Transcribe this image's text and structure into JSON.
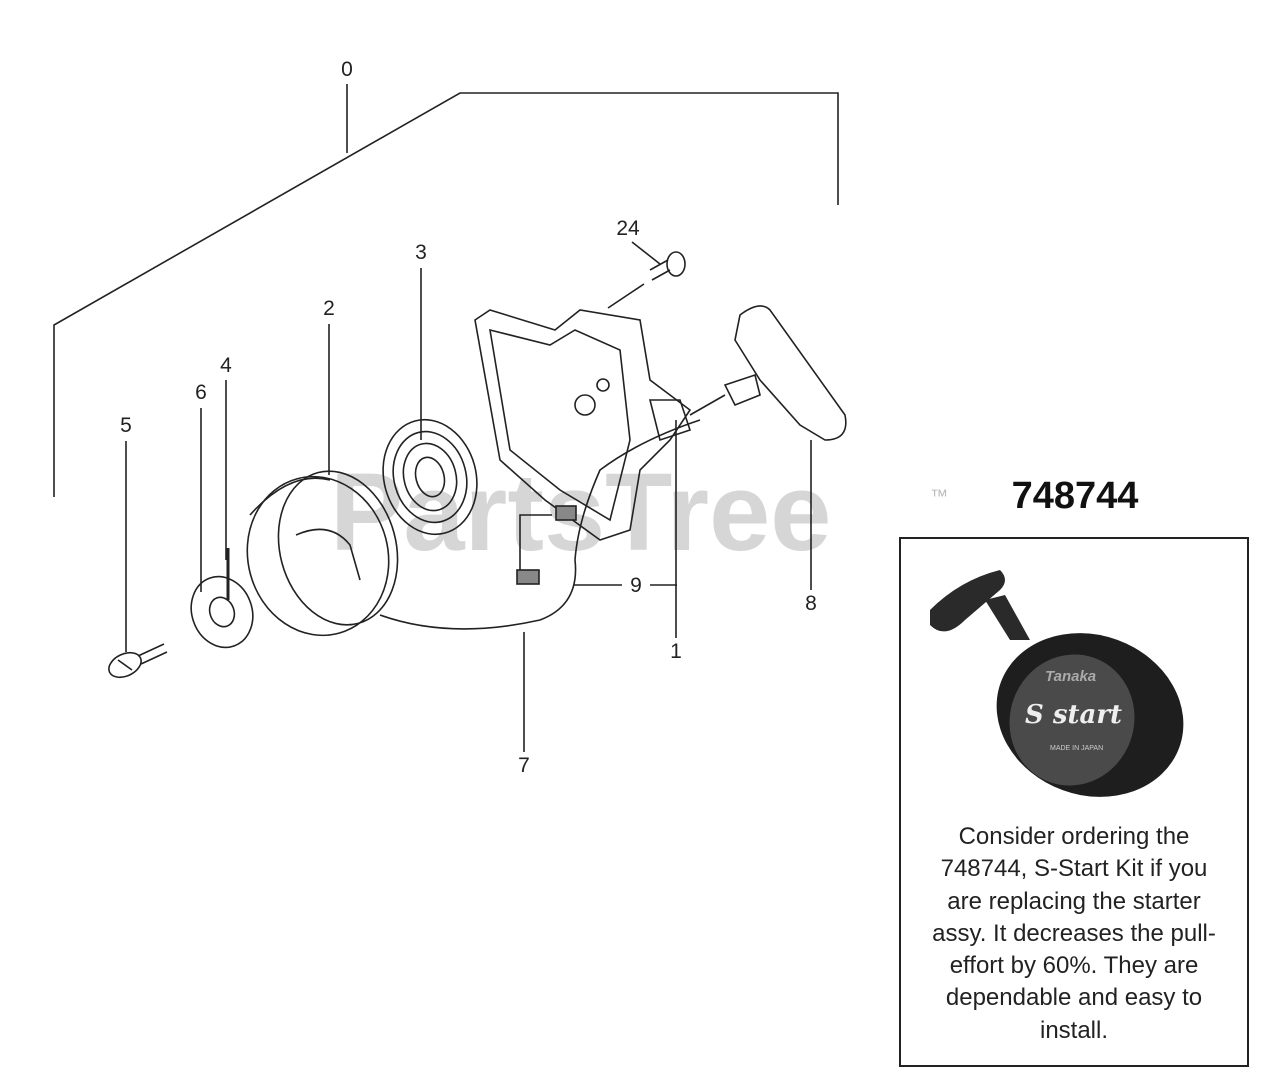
{
  "callouts": {
    "c0": "0",
    "c1": "1",
    "c2": "2",
    "c3": "3",
    "c4": "4",
    "c5": "5",
    "c6": "6",
    "c7": "7",
    "c8": "8",
    "c9": "9",
    "c24": "24"
  },
  "watermark": {
    "text": "PartsTree",
    "tm": "™"
  },
  "kit": {
    "part_number": "748744",
    "photo_brand": "Tanaka",
    "photo_logo": "S start",
    "photo_origin": "MADE IN JAPAN",
    "note_lines": [
      "Consider ordering the",
      "748744, S-Start Kit if  you",
      "are replacing the starter",
      "assy. It decreases the pull-",
      "effort by 60%. They are",
      "dependable and easy to",
      "install."
    ]
  }
}
